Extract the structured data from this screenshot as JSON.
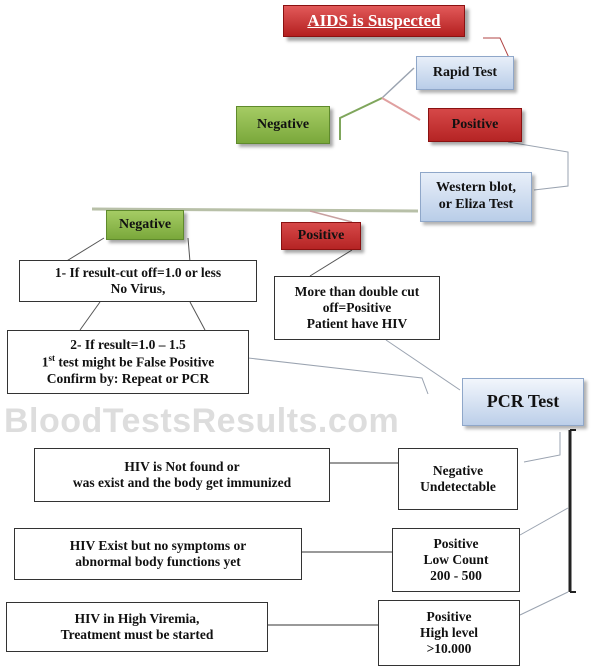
{
  "title": "AIDS is Suspected",
  "rapid_test": "Rapid Test",
  "first_negative": "Negative",
  "first_positive": "Positive",
  "western_blot": {
    "line1": "Western blot,",
    "line2": "or Eliza Test"
  },
  "wb_negative": "Negative",
  "wb_positive": "Positive",
  "cutoff_box": {
    "line1": "1- If result-cut off=1.0 or less",
    "line2": "No Virus,"
  },
  "range_box": {
    "line1": "2- If result=1.0 – 1.5",
    "line2_num": "1",
    "line2_sup": "st",
    "line2_rest": " test might be False Positive",
    "line3": "Confirm by: Repeat or PCR"
  },
  "double_box": {
    "line1": "More than double cut",
    "line2": "off=Positive",
    "line3": "Patient have HIV"
  },
  "pcr_test": "PCR Test",
  "watermark": "BloodTestsResults.com",
  "pcr_results": [
    {
      "result": [
        "Negative",
        "Undetectable"
      ],
      "meaning": [
        "HIV is Not found or",
        "was exist and the body get immunized"
      ]
    },
    {
      "result": [
        "Positive",
        "Low Count",
        "200 - 500"
      ],
      "meaning": [
        "HIV Exist but no symptoms or",
        "abnormal body functions yet"
      ]
    },
    {
      "result": [
        "Positive",
        "High level",
        ">10.000"
      ],
      "meaning": [
        "HIV in High Viremia,",
        "Treatment must be started"
      ]
    }
  ],
  "colors": {
    "red": "#c0302f",
    "green": "#8ab84c",
    "blue": "#c9d9ef",
    "line": "#9aa3b0"
  }
}
